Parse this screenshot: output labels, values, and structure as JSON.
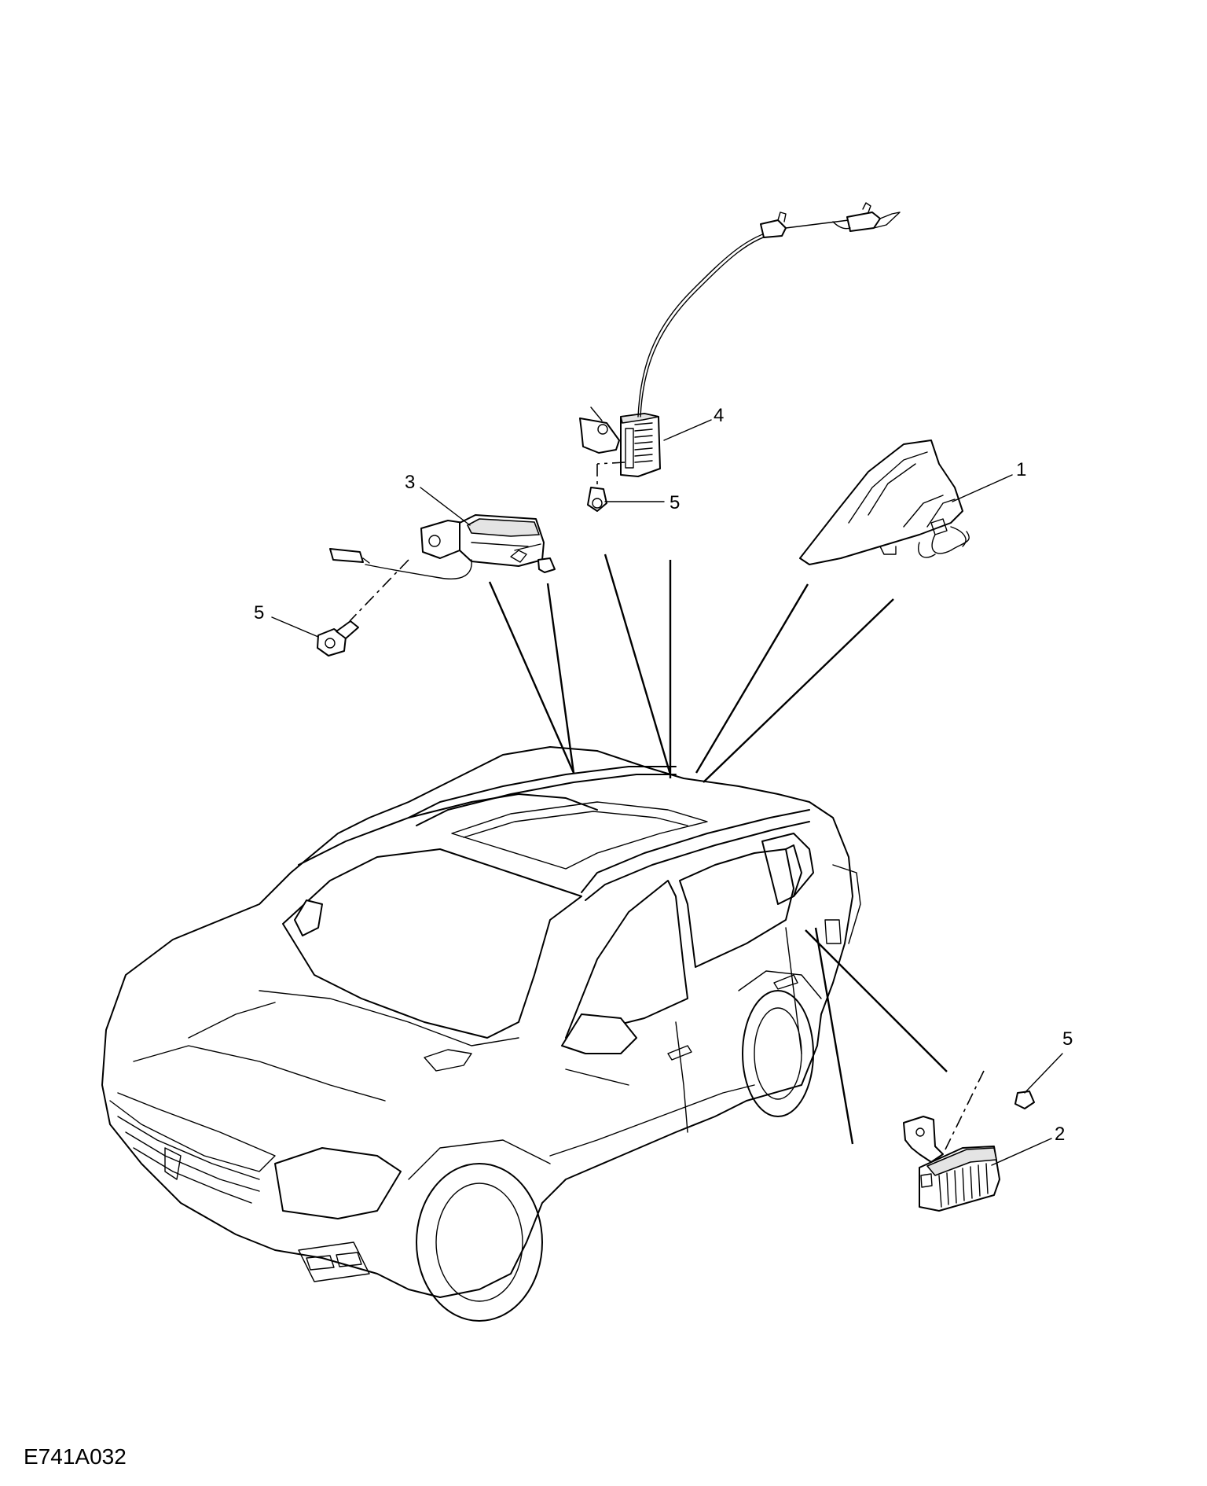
{
  "figure_code": "E741A032",
  "callouts": [
    {
      "id": "1",
      "text": "1"
    },
    {
      "id": "2",
      "text": "2"
    },
    {
      "id": "3",
      "text": "3"
    },
    {
      "id": "4",
      "text": "4"
    },
    {
      "id": "5a",
      "text": "5"
    },
    {
      "id": "5b",
      "text": "5"
    },
    {
      "id": "5c",
      "text": "5"
    }
  ]
}
